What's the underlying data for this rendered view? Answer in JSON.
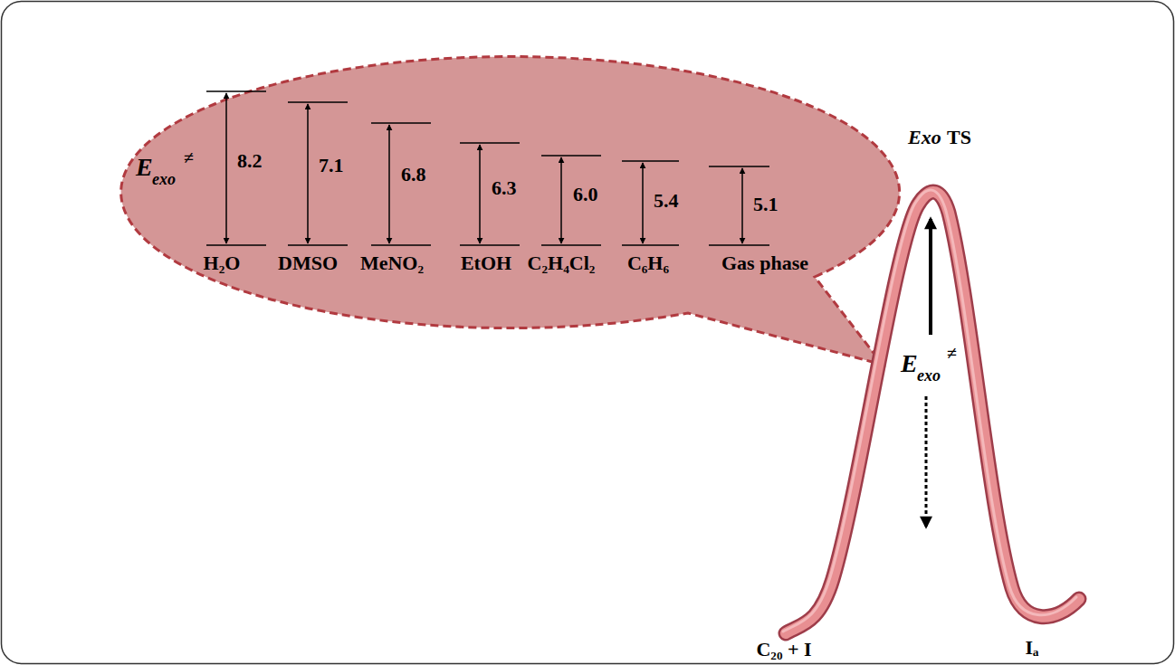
{
  "diagram": {
    "labels": [
      "E",
      "exo",
      "≠",
      "8.2",
      "7.1",
      "6.8",
      "6.3",
      "6.0",
      "5.4",
      "5.1",
      "H₂O",
      "DMSO",
      "MeNO₂",
      "EtOH",
      "C₂H₄Cl₂",
      "C₆H₆",
      "Gas phase",
      "Exo",
      "TS",
      "E",
      "exo",
      "≠",
      "C₂₀ + I",
      "Iₐ"
    ]
  }
}
